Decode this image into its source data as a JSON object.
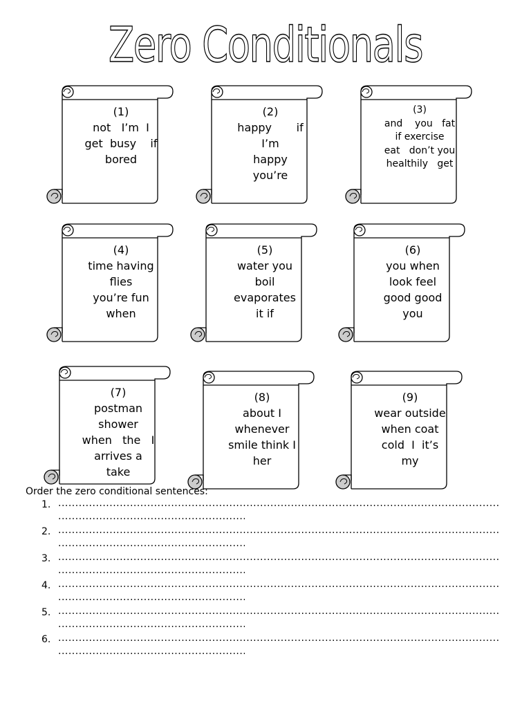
{
  "title": "Zero Conditionals",
  "scrolls": [
    {
      "num": "(1)",
      "lines": [
        "not   I’m  I",
        "get  busy    if",
        "bored"
      ]
    },
    {
      "num": "(2)",
      "lines": [
        "happy       if",
        "I’m",
        "happy",
        "you’re"
      ]
    },
    {
      "num": "(3)",
      "lines": [
        "and    you   fat",
        "if exercise",
        "eat   don’t you",
        "healthily   get"
      ]
    },
    {
      "num": "(4)",
      "lines": [
        "time having",
        "flies",
        "you’re fun",
        "when"
      ]
    },
    {
      "num": "(5)",
      "lines": [
        "water you",
        "boil",
        "evaporates",
        "it if"
      ]
    },
    {
      "num": "(6)",
      "lines": [
        "you when",
        "look feel",
        "good good",
        "you"
      ]
    },
    {
      "num": "(7)",
      "lines": [
        "postman",
        "shower",
        "when   the   I",
        "arrives a",
        "take"
      ]
    },
    {
      "num": "(8)",
      "lines": [
        "about I",
        "whenever",
        "smile think I",
        "her"
      ]
    },
    {
      "num": "(9)",
      "lines": [
        "wear outside",
        "when coat",
        "cold  I  it’s",
        "my"
      ]
    }
  ],
  "instructions": "Order the zero conditional sentences:",
  "answers": [
    {
      "n": "1."
    },
    {
      "n": "2."
    },
    {
      "n": "3."
    },
    {
      "n": "4."
    },
    {
      "n": "5."
    },
    {
      "n": "6."
    }
  ]
}
